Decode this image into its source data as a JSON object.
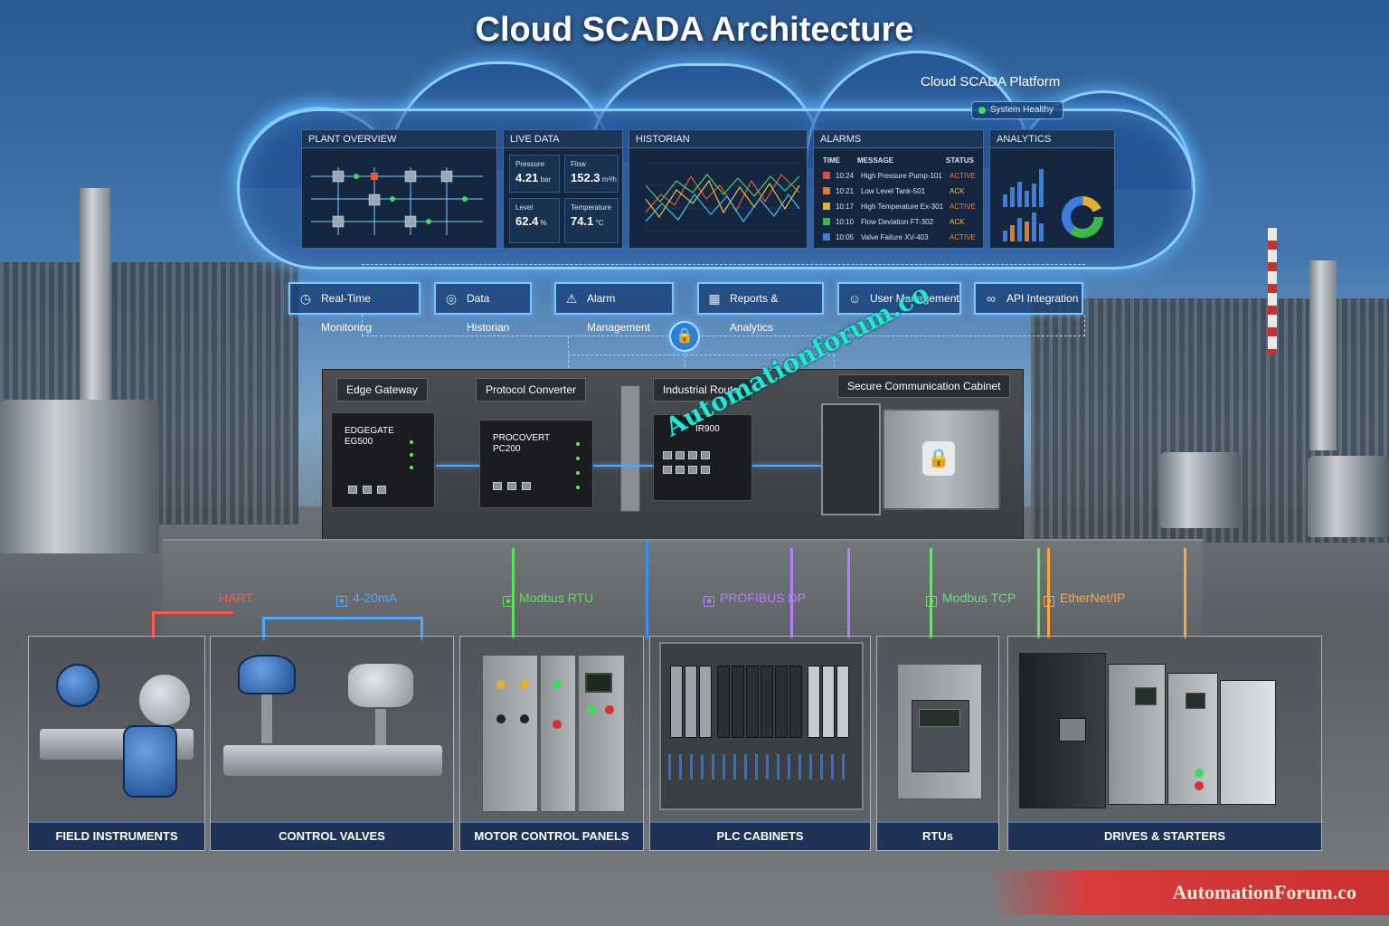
{
  "title": "Cloud SCADA Architecture",
  "cloud": {
    "label": "Cloud SCADA Platform",
    "status": "System Healthy"
  },
  "panels": {
    "plant_overview": {
      "title": "PLANT OVERVIEW"
    },
    "live_data": {
      "title": "LIVE DATA",
      "pressure": {
        "label": "Pressure",
        "value": "4.21",
        "unit": "bar"
      },
      "flow": {
        "label": "Flow",
        "value": "152.3",
        "unit": "m³/h"
      },
      "level": {
        "label": "Level",
        "value": "62.4",
        "unit": "%"
      },
      "temperature": {
        "label": "Temperature",
        "value": "74.1",
        "unit": "°C"
      }
    },
    "historian": {
      "title": "HISTORIAN"
    },
    "alarms": {
      "title": "ALARMS",
      "headers": [
        "TIME",
        "MESSAGE",
        "STATUS"
      ],
      "rows": [
        {
          "time": "10:24",
          "message": "High Pressure Pump-101",
          "status": "ACTIVE",
          "color": "#e04848"
        },
        {
          "time": "10:21",
          "message": "Low Level Tank-501",
          "status": "ACK",
          "color": "#e07a30"
        },
        {
          "time": "10:17",
          "message": "High Temperature Ex-301",
          "status": "ACTIVE",
          "color": "#e0b030"
        },
        {
          "time": "10:10",
          "message": "Flow Deviation FT-302",
          "status": "ACK",
          "color": "#3cb84a"
        },
        {
          "time": "10:05",
          "message": "Valve Failure XV-403",
          "status": "ACTIVE",
          "color": "#3a7ee0"
        }
      ]
    },
    "analytics": {
      "title": "ANALYTICS"
    }
  },
  "features": [
    {
      "label": "Real-Time Monitoring",
      "icon": "clock-icon"
    },
    {
      "label": "Data Historian",
      "icon": "database-icon"
    },
    {
      "label": "Alarm Management",
      "icon": "warning-icon"
    },
    {
      "label": "Reports & Analytics",
      "icon": "chart-icon"
    },
    {
      "label": "User Management",
      "icon": "user-icon"
    },
    {
      "label": "API Integration",
      "icon": "link-icon"
    }
  ],
  "cabinet": {
    "edge_gateway": {
      "label": "Edge Gateway",
      "model_line1": "EDGEGATE",
      "model_line2": "EG500"
    },
    "protocol_converter": {
      "label": "Protocol Converter",
      "model_line1": "PROCOVERT",
      "model_line2": "PC200"
    },
    "industrial_router": {
      "label": "Industrial Router",
      "model": "IR900"
    },
    "secure_cabinet": {
      "label": "Secure Communication Cabinet"
    }
  },
  "protocols": [
    {
      "label": "HART",
      "color": "#ff5a4a"
    },
    {
      "label": "4-20mA",
      "color": "#4aa8ff"
    },
    {
      "label": "Modbus RTU",
      "color": "#5fe05a"
    },
    {
      "label": "PROFIBUS DP",
      "color": "#b77cff"
    },
    {
      "label": "Modbus TCP",
      "color": "#6fe070"
    },
    {
      "label": "EtherNet/IP",
      "color": "#ffa640"
    }
  ],
  "equipment": [
    {
      "label": "FIELD INSTRUMENTS"
    },
    {
      "label": "CONTROL VALVES"
    },
    {
      "label": "MOTOR CONTROL PANELS"
    },
    {
      "label": "PLC CABINETS"
    },
    {
      "label": "RTUs"
    },
    {
      "label": "DRIVES & STARTERS"
    }
  ],
  "watermark": "Automationforum.co",
  "footer": "AutomationForum.co"
}
